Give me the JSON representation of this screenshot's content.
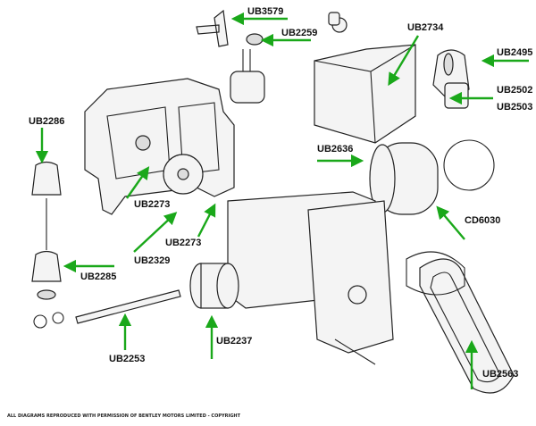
{
  "diagram": {
    "labels": {
      "ub3579": "UB3579",
      "ub2259": "UB2259",
      "ub2734": "UB2734",
      "ub2495": "UB2495",
      "ub2502": "UB2502",
      "ub2503": "UB2503",
      "ub2286": "UB2286",
      "ub2273a": "UB2273",
      "ub2636": "UB2636",
      "ub2273b": "UB2273",
      "ub2329": "UB2329",
      "cd6030": "CD6030",
      "ub2285": "UB2285",
      "ub2253": "UB2253",
      "ub2237": "UB2237",
      "ub2563": "UB2563"
    },
    "arrow_color": "#1aa81a",
    "footer": "ALL DIAGRAMS REPRODUCED WITH PERMISSION OF BENTLEY MOTORS LIMITED - COPYRIGHT"
  }
}
